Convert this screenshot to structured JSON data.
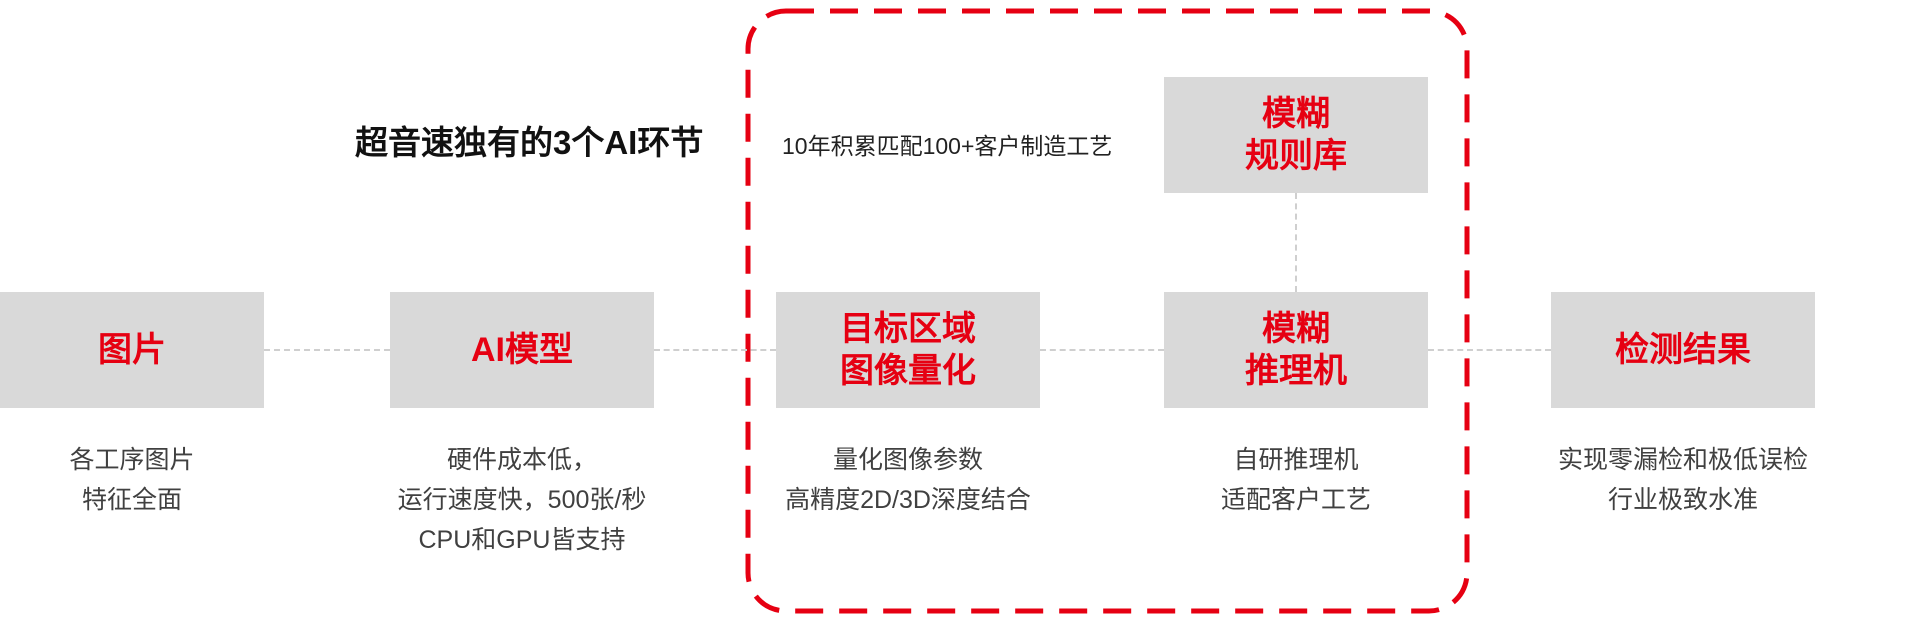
{
  "page": {
    "heading": "超音速独有的3个AI环节",
    "note": "10年积累匹配100+客户制造工艺"
  },
  "colors": {
    "accent_red": "#e60012",
    "box_gray": "#d9d9d9",
    "desc_text": "#404040",
    "connector_gray": "#cfcfcf"
  },
  "rule_library": {
    "title": "模糊\n规则库"
  },
  "nodes": [
    {
      "id": "image",
      "title": "图片",
      "desc": [
        "各工序图片",
        "特征全面"
      ]
    },
    {
      "id": "ai-model",
      "title": "AI模型",
      "desc": [
        "硬件成本低，",
        "运行速度快，500张/秒",
        "CPU和GPU皆支持"
      ]
    },
    {
      "id": "target-region-quantization",
      "title": "目标区域\n图像量化",
      "desc": [
        "量化图像参数",
        "高精度2D/3D深度结合"
      ]
    },
    {
      "id": "fuzzy-inference-engine",
      "title": "模糊\n推理机",
      "desc": [
        "自研推理机",
        "适配客户工艺"
      ]
    },
    {
      "id": "detection-result",
      "title": "检测结果",
      "desc": [
        "实现零漏检和极低误检",
        "行业极致水准"
      ]
    }
  ]
}
